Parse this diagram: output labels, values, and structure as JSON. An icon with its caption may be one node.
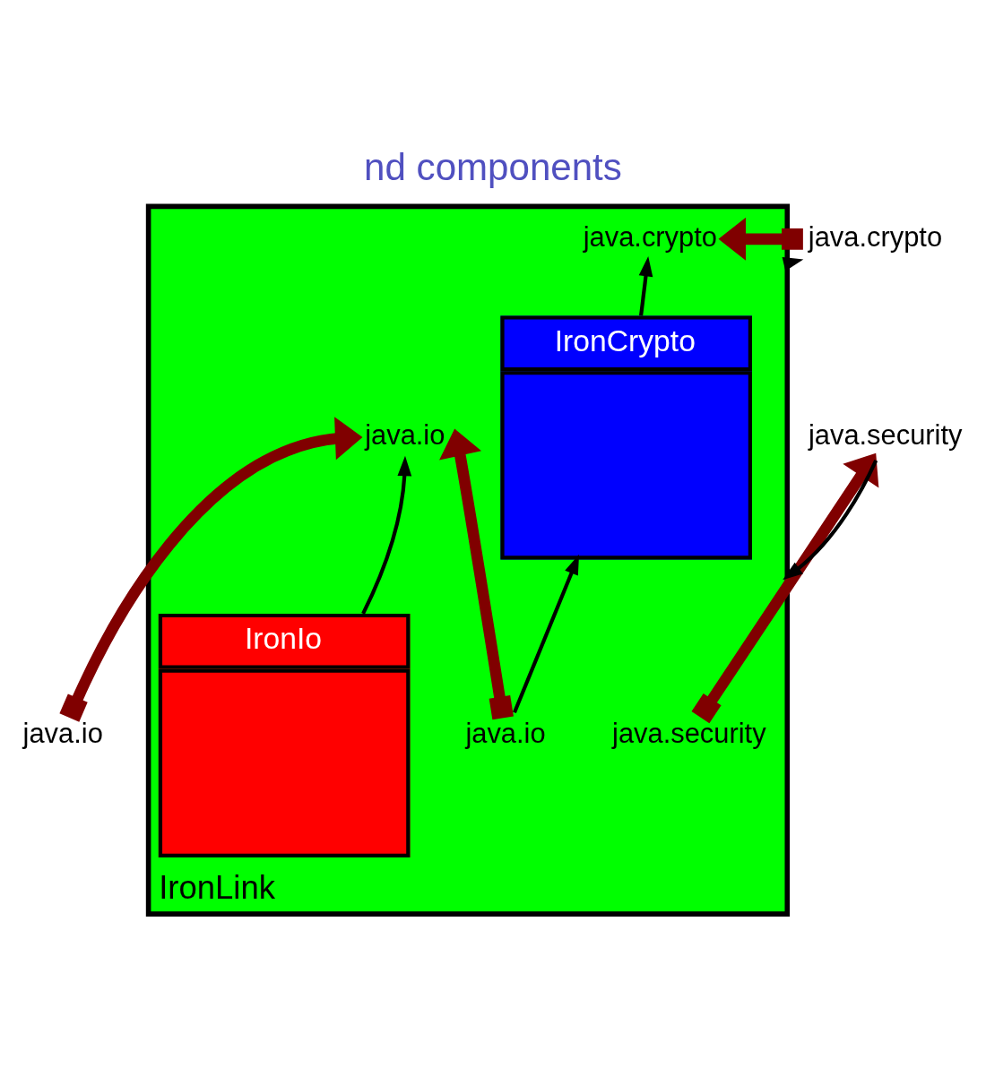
{
  "diagram": {
    "title": "nd components",
    "nodes": [
      {
        "text": [
          "IronLink"
        ]
      },
      {
        "text": [
          "java.io"
        ],
        "in": 0
      },
      {
        "text": [
          "java.crypto"
        ],
        "in": 0
      },
      {
        "text": [
          "IronIo"
        ],
        "in": 0
      },
      {
        "text": [
          "IronCrypto"
        ],
        "in": 0
      },
      {
        "text": [
          "java.io"
        ],
        "in": 0
      },
      {
        "text": [
          "java.security"
        ],
        "in": 0
      },
      {
        "text": [
          "java.io"
        ]
      },
      {
        "text": [
          "java.crypto"
        ]
      },
      {
        "text": [
          "java.security"
        ]
      }
    ],
    "edges": [
      {
        "from": 3,
        "to": 1,
        "arrow": "to"
      },
      {
        "from": 4,
        "to": 2,
        "arrow": "to"
      },
      {
        "from": 5,
        "to": 4,
        "arrow": "to"
      },
      {
        "from": 0,
        "to": 8,
        "arrow": "to"
      },
      {
        "from": 9,
        "to": 0,
        "arrow": "to"
      },
      {
        "from": 7,
        "to": 1,
        "arrow": "to",
        "style": "thick",
        "color": "#800000"
      },
      {
        "from": 8,
        "to": 2,
        "arrow": "to",
        "style": "thick",
        "color": "#800000"
      },
      {
        "from": 5,
        "to": 1,
        "arrow": "to",
        "style": "thick",
        "color": "#800000"
      },
      {
        "from": 6,
        "to": 9,
        "arrow": "to",
        "style": "thick",
        "color": "#800000"
      }
    ]
  }
}
